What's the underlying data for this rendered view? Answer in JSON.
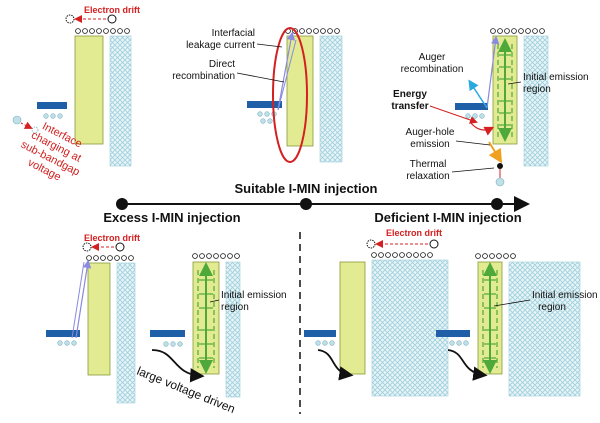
{
  "timeline": {
    "suitable_label": "Suitable I-MIN injection",
    "excess_label": "Excess I-MIN injection",
    "deficient_label": "Deficient I-MIN injection"
  },
  "labels": {
    "electron_drift": "Electron drift",
    "interface_charging": [
      "Interface",
      "charging at",
      "sub-bandgap",
      "voltage"
    ],
    "interfacial_leakage": [
      "Interfacial",
      "leakage current"
    ],
    "direct_recombination": [
      "Direct",
      "recombination"
    ],
    "auger_recombination": [
      "Auger",
      "recombination"
    ],
    "energy_transfer": [
      "Energy",
      "transfer"
    ],
    "auger_hole_emission": [
      "Auger-hole",
      "emission"
    ],
    "thermal_relaxation": [
      "Thermal",
      "relaxation"
    ],
    "initial_emission_region": [
      "Initial emission",
      "region"
    ],
    "large_voltage_driven": "large voltage driven"
  },
  "colors": {
    "layer_green": "#e2eb92",
    "layer_outline": "#8a9a3a",
    "hatch_blue": "#bfe0e8",
    "block_blue": "#1f5fa8",
    "red": "#d42020",
    "arrow_green": "#4fa83a",
    "arrow_blue": "#8a8ae0",
    "arrow_cyan": "#2aa8e0",
    "arrow_orange": "#f0a020"
  }
}
